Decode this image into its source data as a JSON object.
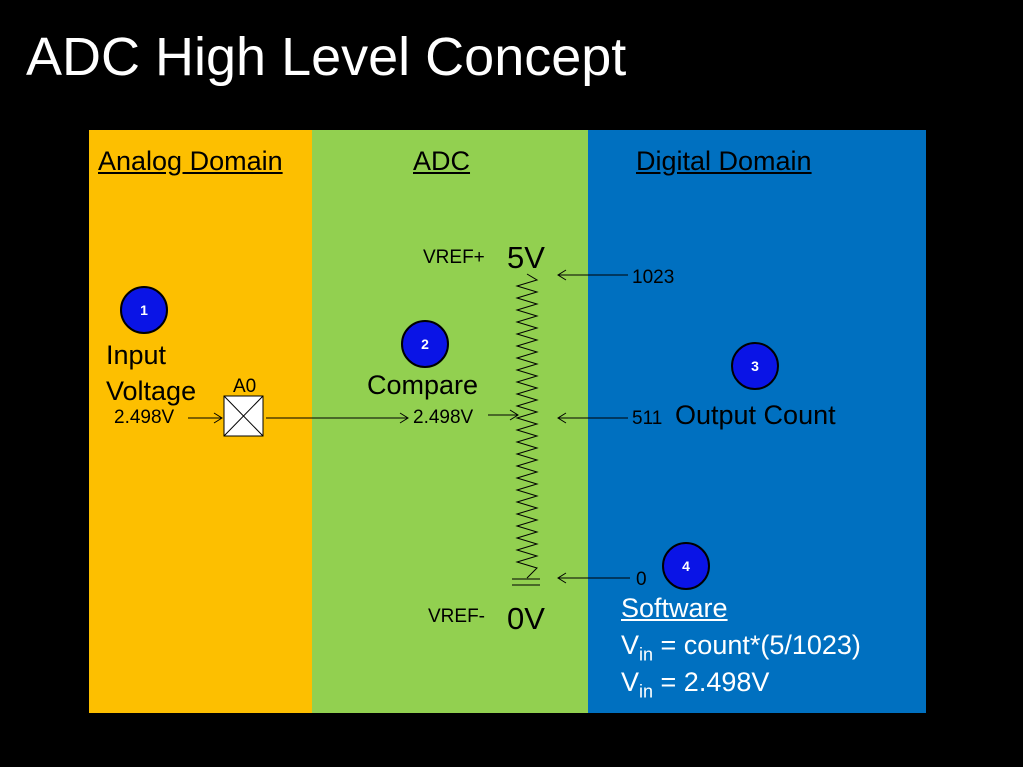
{
  "title": "ADC High Level Concept",
  "colors": {
    "analog": "#fdbf00",
    "adc": "#92d050",
    "digital": "#0070c0",
    "badge": "#0a14e6"
  },
  "analog": {
    "header": "Analog Domain",
    "badge": "1",
    "label_line1": "Input",
    "label_line2": "Voltage",
    "pin": "A0",
    "voltage": "2.498V"
  },
  "adc": {
    "header": "ADC",
    "badge": "2",
    "compare": "Compare",
    "voltage": "2.498V",
    "vref_plus": "VREF+",
    "vref_minus": "VREF-",
    "top_volt": "5V",
    "bottom_volt": "0V"
  },
  "digital": {
    "header": "Digital Domain",
    "badge3": "3",
    "badge4": "4",
    "count_top": "1023",
    "count_mid": "511",
    "count_bottom": "0",
    "output_label": "Output Count",
    "software_title": "Software",
    "formula1_v": "V",
    "formula1_sub": "in",
    "formula1_rest": " = count*(5/1023)",
    "formula2_v": "V",
    "formula2_sub": "in",
    "formula2_rest": " = 2.498V"
  }
}
